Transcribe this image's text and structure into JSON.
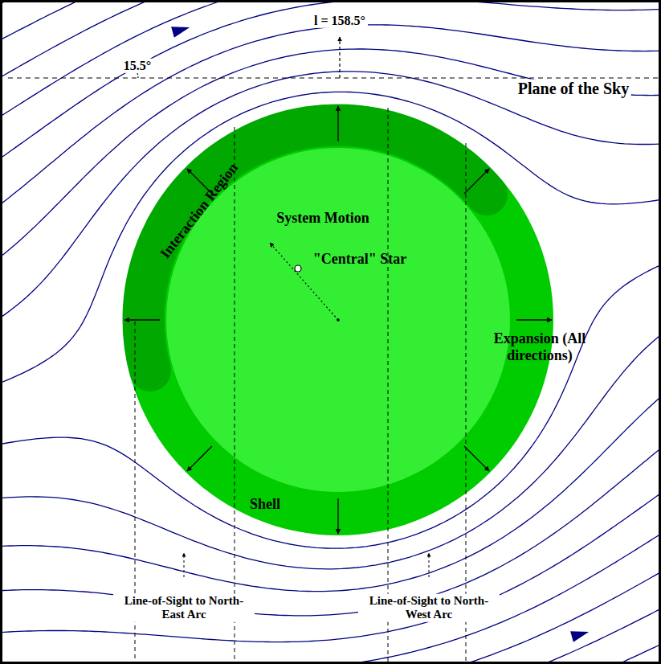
{
  "diagram": {
    "labels": [
      "l = 158.5°",
      "15.5°",
      "Plane of the Sky",
      "Interaction Region",
      "System Motion",
      "\"Central\" Star",
      "Expansion (All directions)",
      "Shell",
      "Line-of-Sight to North-East Arc",
      "Line-of-Sight to North-West Arc"
    ]
  }
}
